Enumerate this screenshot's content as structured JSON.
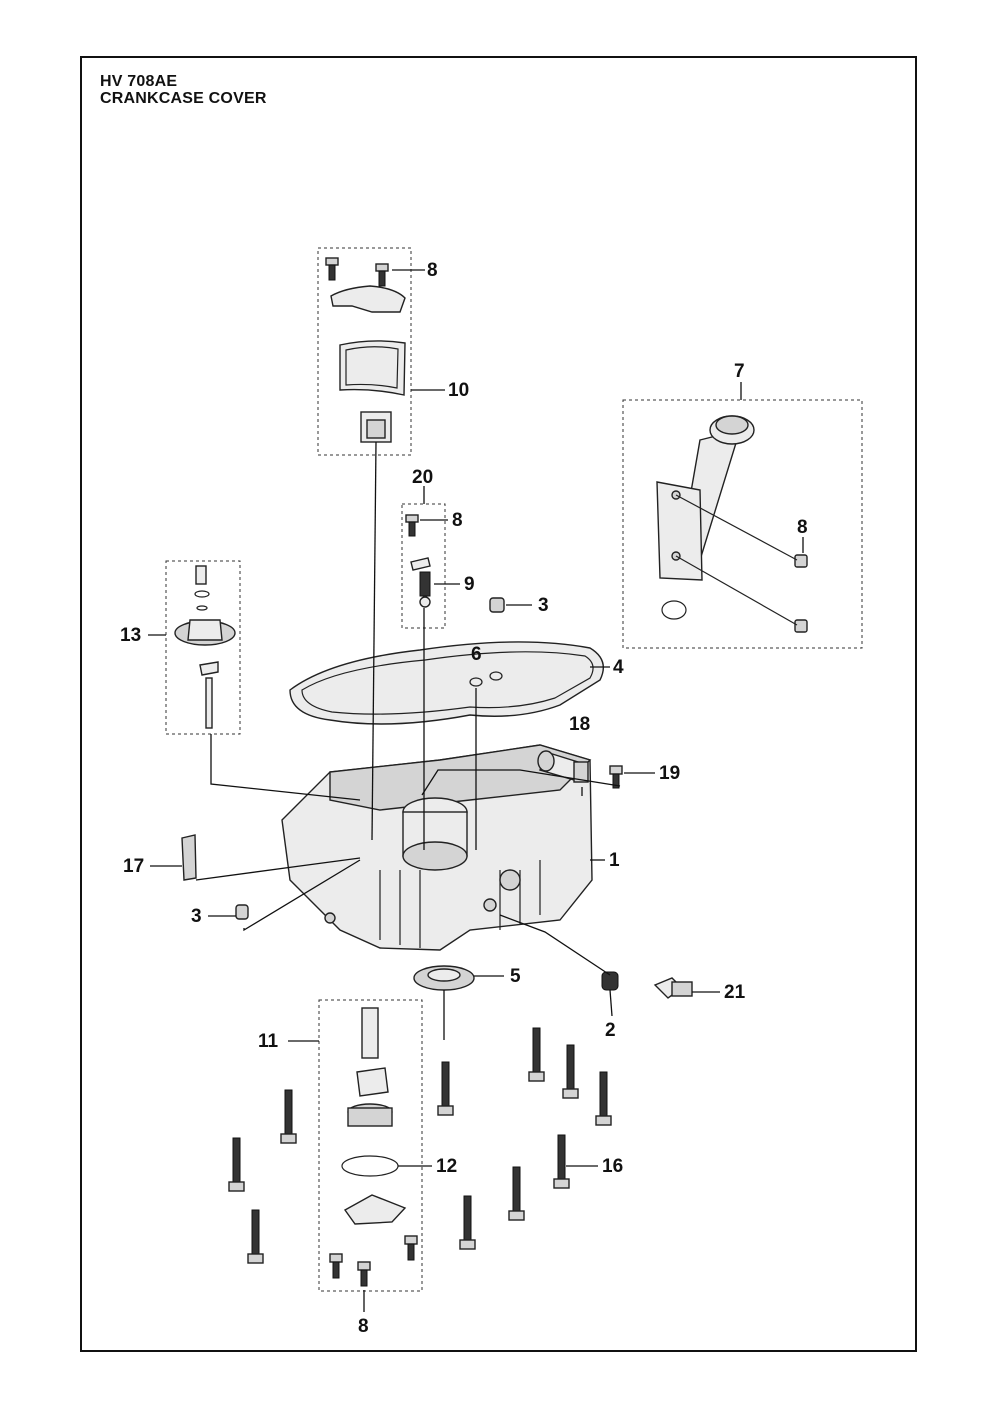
{
  "header": {
    "model": "HV 708AE",
    "section": "CRANKCASE COVER"
  },
  "callouts": [
    "8",
    "10",
    "7",
    "20",
    "8",
    "8",
    "9",
    "3",
    "13",
    "6",
    "4",
    "18",
    "19",
    "1",
    "17",
    "3",
    "5",
    "21",
    "2",
    "11",
    "12",
    "16",
    "8"
  ]
}
